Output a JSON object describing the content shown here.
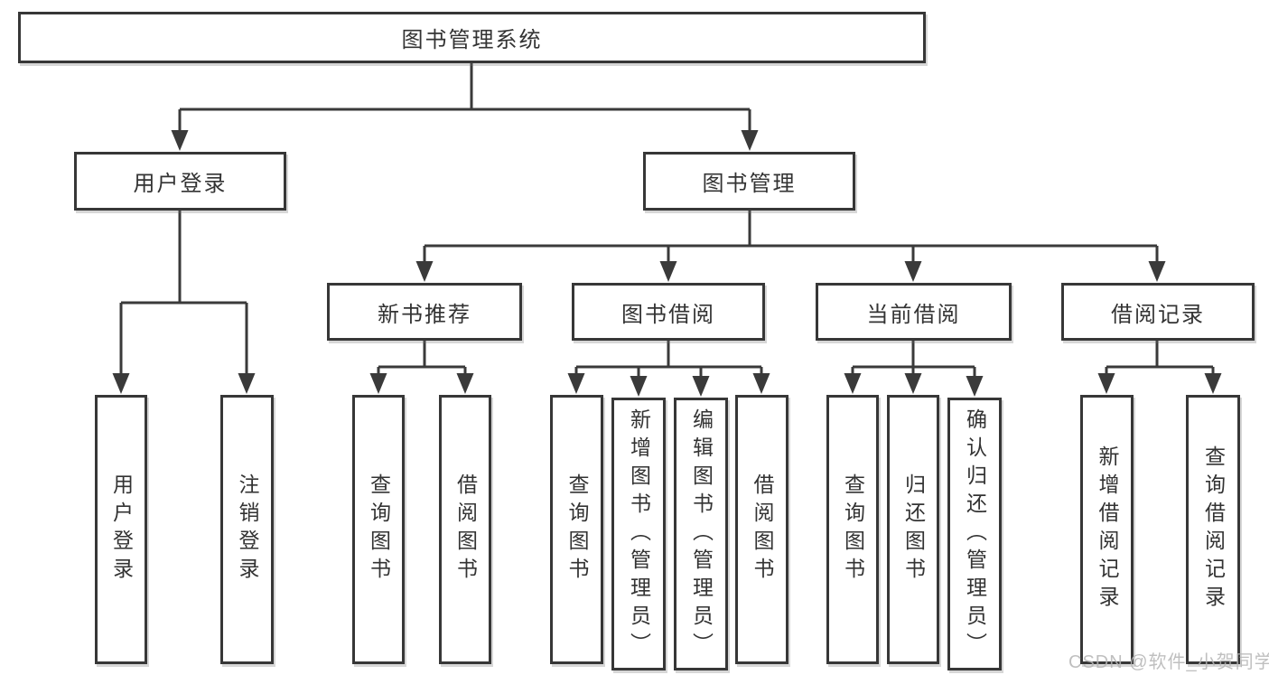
{
  "diagram": {
    "tree": {
      "label": "图书管理系统",
      "children": [
        {
          "label": "用户登录",
          "children": [
            {
              "label": "用户登录"
            },
            {
              "label": "注销登录"
            }
          ]
        },
        {
          "label": "图书管理",
          "children": [
            {
              "label": "新书推荐",
              "children": [
                {
                  "label": "查询图书"
                },
                {
                  "label": "借阅图书"
                }
              ]
            },
            {
              "label": "图书借阅",
              "children": [
                {
                  "label": "查询图书"
                },
                {
                  "label": "新增图书（管理员）"
                },
                {
                  "label": "编辑图书（管理员）"
                },
                {
                  "label": "借阅图书"
                }
              ]
            },
            {
              "label": "当前借阅",
              "children": [
                {
                  "label": "查询图书"
                },
                {
                  "label": "归还图书"
                },
                {
                  "label": "确认归还（管理员）"
                }
              ]
            },
            {
              "label": "借阅记录",
              "children": [
                {
                  "label": "新增借阅记录"
                },
                {
                  "label": "查询借阅记录"
                }
              ]
            }
          ]
        }
      ]
    },
    "watermark": "CSDN @软件_小贺同学"
  },
  "colors": {
    "background": "#ffffff",
    "border": "#373737",
    "line": "#3a3a3a",
    "text": "#333333",
    "watermark": "#b5b5b5"
  }
}
